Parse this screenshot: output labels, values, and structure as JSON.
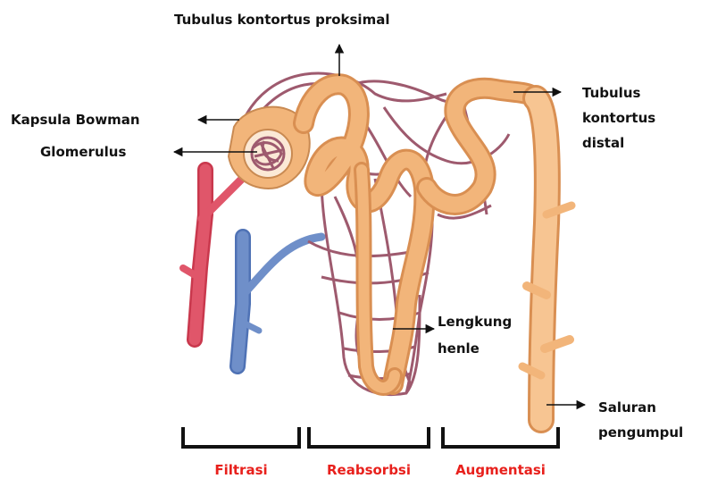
{
  "labels": {
    "tubulus_proksimal": "Tubulus kontortus proksimal",
    "kapsula_bowman": "Kapsula Bowman",
    "glomerulus": "Glomerulus",
    "tubulus_distal_1": "Tubulus",
    "tubulus_distal_2": "kontortus",
    "tubulus_distal_3": "distal",
    "lengkung_henle_1": "Lengkung",
    "lengkung_henle_2": "henle",
    "saluran_1": "Saluran",
    "saluran_2": "pengumpul"
  },
  "stages": {
    "filtrasi": "Filtrasi",
    "reabsorbsi": "Reabsorbsi",
    "augmentasi": "Augmentasi"
  },
  "colors": {
    "tubule": "#f2b57a",
    "tubule_shade": "#d98f52",
    "capillary": "#9e5a6e",
    "artery": "#e0566a",
    "vein": "#6f8fc9",
    "stage_text": "#e8201c",
    "label_text": "#111111"
  }
}
